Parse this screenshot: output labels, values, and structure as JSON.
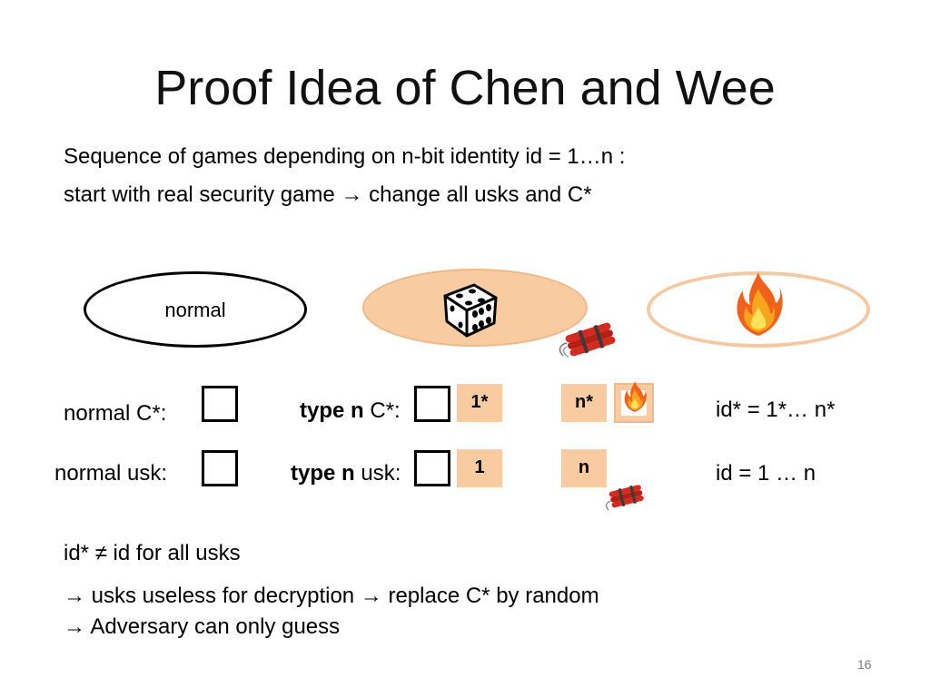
{
  "slide": {
    "title": "Proof Idea of Chen and Wee",
    "intro_line1": "Sequence of games depending on n-bit identity id = 1…n :",
    "intro_line2": "start with real security game →  change all usks and C*",
    "ellipse_normal_label": "normal",
    "normal_c_label": "normal C*:",
    "normal_usk_label": "normal usk:",
    "type_bold": "type n",
    "type_c_suffix": " C*:",
    "type_usk_suffix": " usk:",
    "tag_1star": "1*",
    "tag_nstar": "n*",
    "tag_1": "1",
    "tag_n": "n",
    "id_star_eq": "id* = 1*… n*",
    "id_eq": "id = 1 … n",
    "conclusion1": "id* ≠ id for all usks",
    "conclusion2": "→ usks useless for decryption →  replace C* by random",
    "conclusion3": "→ Adversary can only guess",
    "page_number": "16"
  },
  "colors": {
    "accent_fill": "#f8cba0",
    "accent_border": "#f4c9a2",
    "dynamite": "#d42a1f"
  },
  "icons": [
    "dice-icon",
    "fire-icon",
    "dynamite-icon"
  ]
}
